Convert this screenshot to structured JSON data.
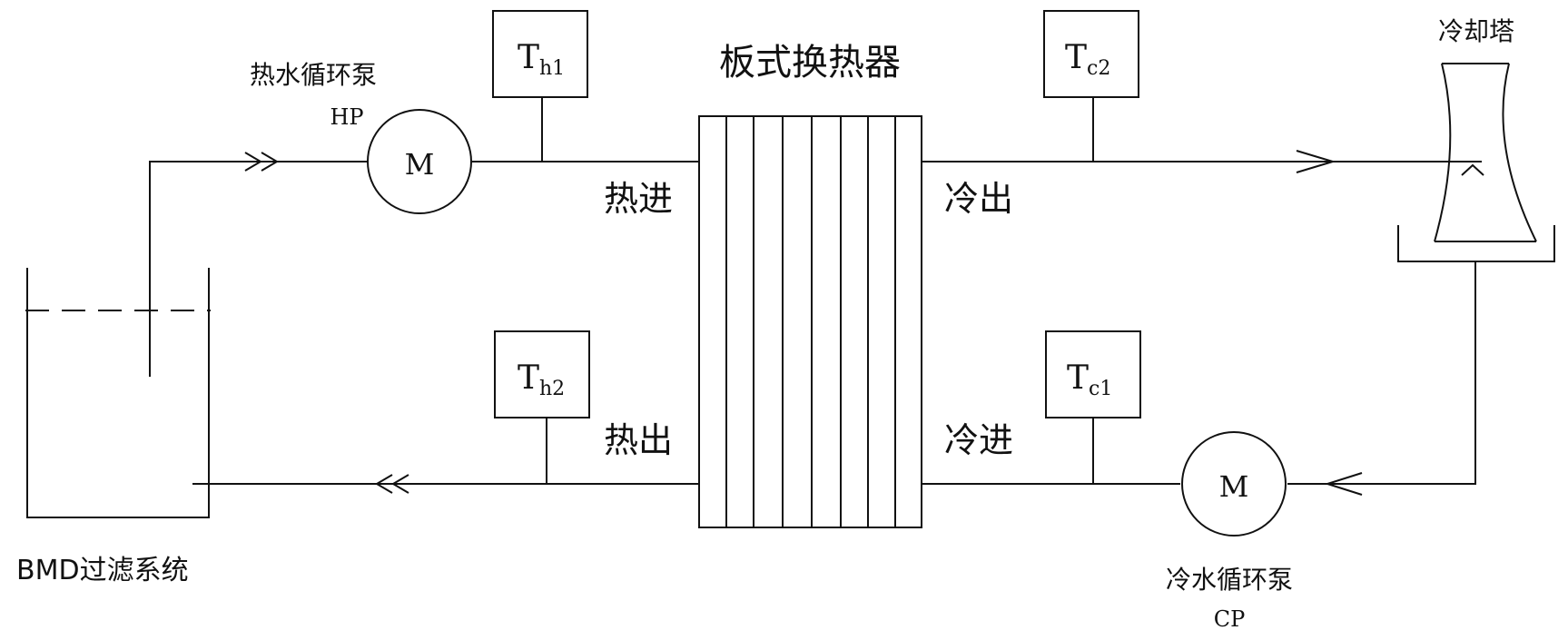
{
  "heat_exchanger": {
    "label": "板式换热器"
  },
  "hot_pump": {
    "label": "热水循环泵",
    "code": "HP",
    "motor": "M"
  },
  "cold_pump": {
    "label": "冷水循环泵",
    "code": "CP",
    "motor": "M"
  },
  "cooling_tower": {
    "label": "冷却塔"
  },
  "filter_system": {
    "label": "BMD过滤系统"
  },
  "ports": {
    "hot_in": "热进",
    "hot_out": "热出",
    "cold_out": "冷出",
    "cold_in": "冷进"
  },
  "sensors": {
    "th1": {
      "main": "T",
      "sub": "h1"
    },
    "th2": {
      "main": "T",
      "sub": "h2"
    },
    "tc1": {
      "main": "T",
      "sub": "c1"
    },
    "tc2": {
      "main": "T",
      "sub": "c2"
    }
  }
}
